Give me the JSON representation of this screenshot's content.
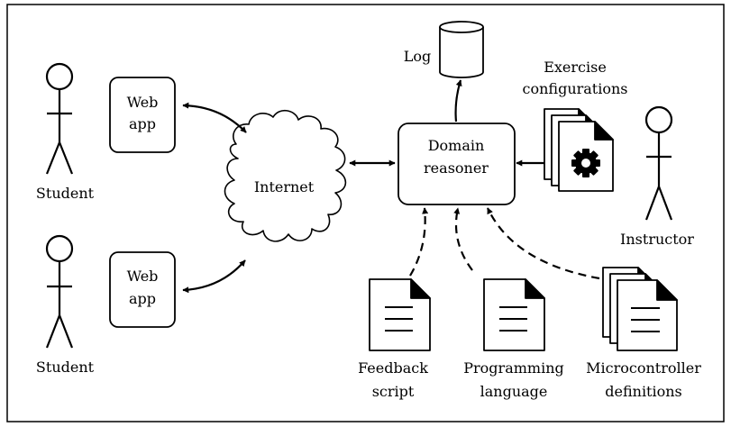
{
  "diagram": {
    "students": [
      {
        "label": "Student"
      },
      {
        "label": "Student"
      }
    ],
    "web_apps": [
      {
        "line1": "Web",
        "line2": "app"
      },
      {
        "line1": "Web",
        "line2": "app"
      }
    ],
    "internet": {
      "label": "Internet"
    },
    "log": {
      "label": "Log"
    },
    "domain_reasoner": {
      "line1": "Domain",
      "line2": "reasoner"
    },
    "exercise_configurations": {
      "line1": "Exercise",
      "line2": "configurations"
    },
    "instructor": {
      "label": "Instructor"
    },
    "feedback_script": {
      "line1": "Feedback",
      "line2": "script"
    },
    "programming_language": {
      "line1": "Programming",
      "line2": "language"
    },
    "microcontroller_definitions": {
      "line1": "Microcontroller",
      "line2": "definitions"
    },
    "icons": [
      "stick-figure-icon",
      "database-icon",
      "cloud-icon",
      "document-icon",
      "gear-icon"
    ]
  }
}
